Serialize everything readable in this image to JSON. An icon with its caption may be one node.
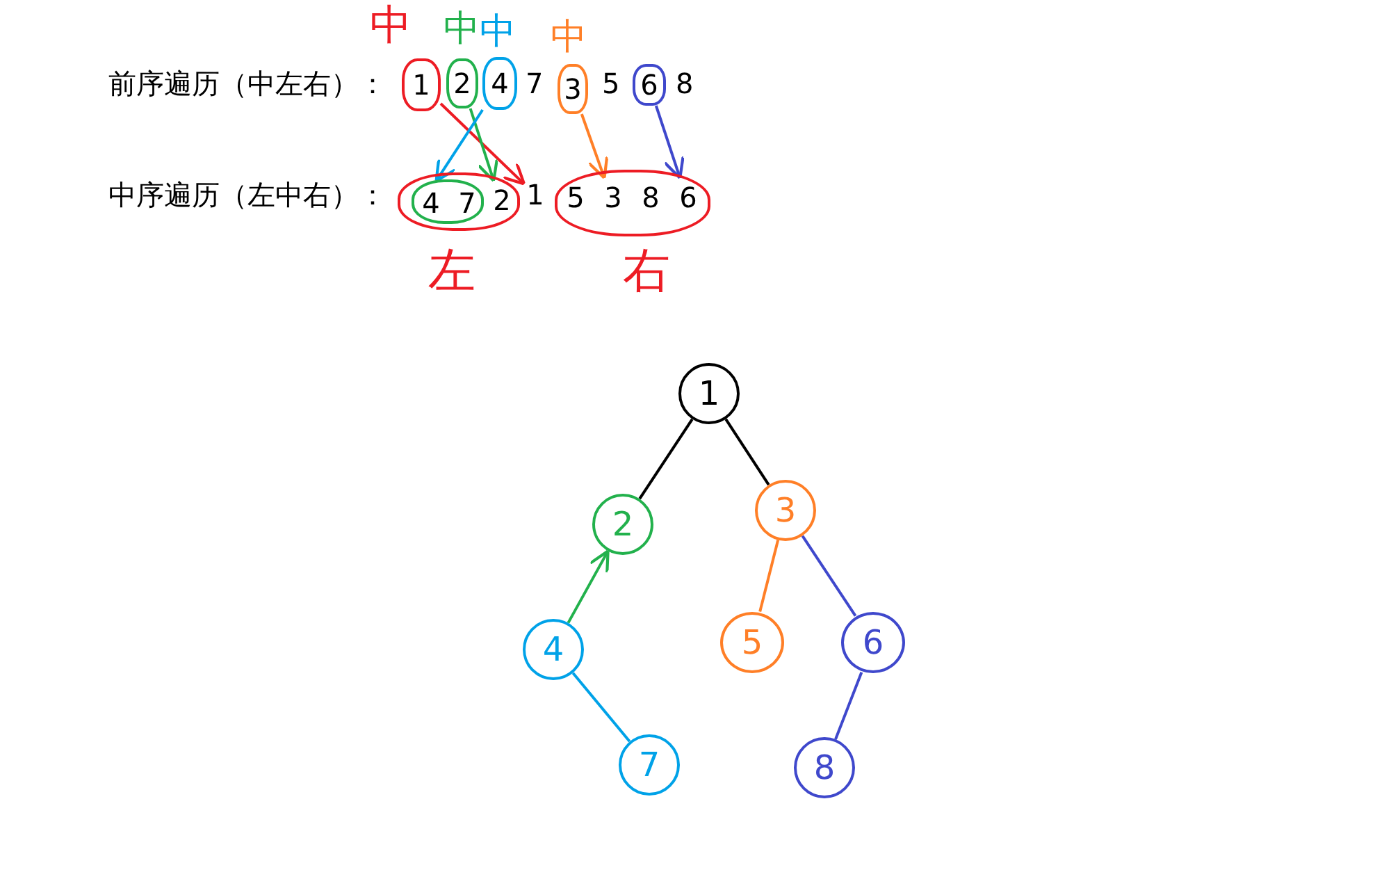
{
  "diagram": {
    "nodes": [
      {
        "text": [
          "1"
        ],
        "beside": [
          "中"
        ]
      },
      {
        "text": [
          "2"
        ],
        "beside": [
          "中"
        ]
      },
      {
        "text": [
          "4"
        ],
        "beside": [
          "中"
        ]
      },
      {
        "text": [
          "3"
        ],
        "beside": [
          "中"
        ]
      },
      {
        "text": [
          "6"
        ]
      },
      {
        "text": [],
        "shape": "oval",
        "beside": [
          "左"
        ]
      },
      {
        "text": [],
        "shape": "oval",
        "in": 5
      },
      {
        "text": [
          "4"
        ],
        "in": 6
      },
      {
        "text": [
          "7"
        ],
        "in": 6
      },
      {
        "text": [
          "2"
        ],
        "in": 5
      },
      {
        "text": [
          "1"
        ]
      },
      {
        "text": [],
        "shape": "oval",
        "beside": [
          "右"
        ]
      },
      {
        "text": [
          "5"
        ],
        "in": 11
      },
      {
        "text": [
          "3"
        ],
        "in": 11
      },
      {
        "text": [
          "8"
        ],
        "in": 11
      },
      {
        "text": [
          "6"
        ],
        "in": 11
      },
      {
        "text": [
          "1"
        ]
      },
      {
        "text": [
          "2"
        ]
      },
      {
        "text": [
          "3"
        ]
      },
      {
        "text": [
          "4"
        ]
      },
      {
        "text": [
          "5"
        ]
      },
      {
        "text": [
          "6"
        ]
      },
      {
        "text": [
          "7"
        ]
      },
      {
        "text": [
          "8"
        ]
      }
    ],
    "edges": [
      {
        "from": 0,
        "to": 10,
        "arrow": "to",
        "color": "#ed1c24"
      },
      {
        "from": 1,
        "to": 9,
        "arrow": "to",
        "color": "#22b14c"
      },
      {
        "from": 2,
        "to": 7,
        "arrow": "to",
        "color": "#00a2e8"
      },
      {
        "from": 3,
        "to": 13,
        "arrow": "to",
        "color": "#ff7f27"
      },
      {
        "from": 4,
        "to": 15,
        "arrow": "to",
        "color": "#3f48cc"
      },
      {
        "from": 16,
        "to": 17,
        "arrow": "none",
        "color": "#000000"
      },
      {
        "from": 16,
        "to": 18,
        "arrow": "none",
        "color": "#000000"
      },
      {
        "from": 19,
        "to": 17,
        "arrow": "to",
        "color": "#22b14c"
      },
      {
        "from": 18,
        "to": 20,
        "arrow": "none",
        "color": "#ff7f27"
      },
      {
        "from": 18,
        "to": 21,
        "arrow": "none",
        "color": "#3f48cc"
      },
      {
        "from": 19,
        "to": 22,
        "arrow": "none",
        "color": "#00a2e8"
      },
      {
        "from": 21,
        "to": 23,
        "arrow": "none",
        "color": "#3f48cc"
      }
    ],
    "labels": [
      "前序遍历（中左右）：",
      "7",
      "5",
      "8",
      "中序遍历（左中右）："
    ]
  }
}
